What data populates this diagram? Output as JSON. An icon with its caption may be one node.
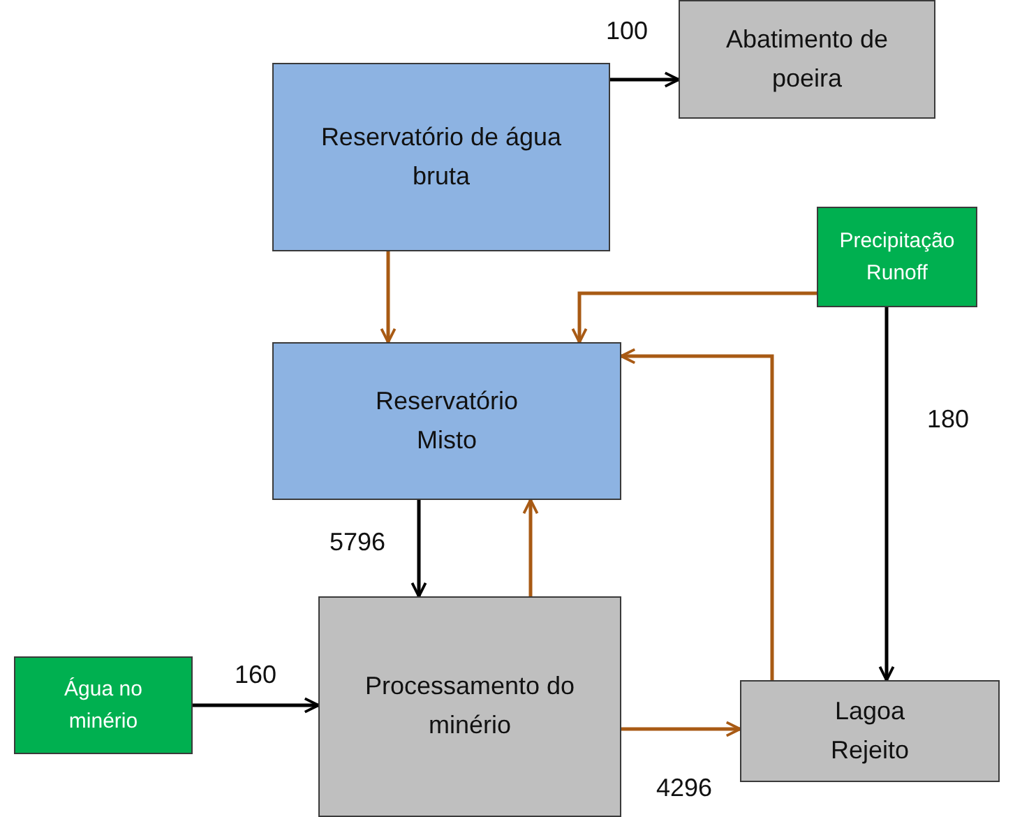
{
  "diagram": {
    "nodes": [
      {
        "text": [
          "Reservatório de água bruta"
        ]
      },
      {
        "text": [
          "Abatimento de poeira"
        ]
      },
      {
        "text": [
          "Precipitação Runoff"
        ]
      },
      {
        "text": [
          "Reservatório Misto"
        ]
      },
      {
        "text": [
          "Água no minério"
        ]
      },
      {
        "text": [
          "Processamento do minério"
        ]
      },
      {
        "text": [
          "Lagoa Rejeito"
        ]
      }
    ],
    "edges": [
      {
        "from": 0,
        "to": 1,
        "arrow": "to",
        "label": "100",
        "color": "#000000"
      },
      {
        "from": 0,
        "to": 3,
        "arrow": "to"
      },
      {
        "from": 2,
        "to": 3,
        "arrow": "to"
      },
      {
        "from": 2,
        "to": 6,
        "arrow": "to",
        "label": "180",
        "color": "#000000"
      },
      {
        "from": 3,
        "to": 5,
        "arrow": "to",
        "label": "5796",
        "color": "#000000"
      },
      {
        "from": 5,
        "to": 3,
        "arrow": "to"
      },
      {
        "from": 4,
        "to": 5,
        "arrow": "to",
        "label": "160",
        "color": "#000000"
      },
      {
        "from": 5,
        "to": 6,
        "arrow": "to",
        "label": "4296"
      },
      {
        "from": 6,
        "to": 3,
        "arrow": "to"
      }
    ]
  }
}
